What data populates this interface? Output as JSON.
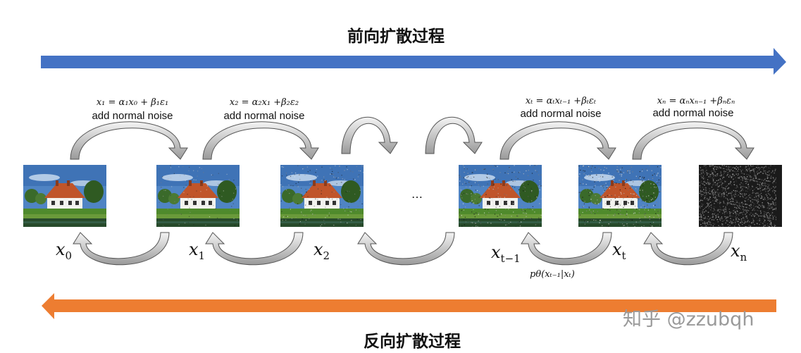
{
  "forward": {
    "title": "前向扩散过程",
    "color": "#4472c4"
  },
  "reverse": {
    "title": "反向扩散过程",
    "color": "#ed7d31"
  },
  "formulas": [
    {
      "equation": "x₁ =  α₁x₀ + β₁ε₁",
      "note": "add normal noise"
    },
    {
      "equation": "x₂ = α₂x₁ +β₂ε₂",
      "note": "add normal noise"
    },
    {
      "equation": "xₜ = αₜxₜ₋₁ +βₜεₜ",
      "note": "add normal noise"
    },
    {
      "equation": "xₙ = αₙxₙ₋₁ +βₙεₙ",
      "note": "add normal noise"
    }
  ],
  "images": [
    {
      "caption": "house, no noise"
    },
    {
      "caption": "house, slight noise"
    },
    {
      "caption": "house, more noise"
    },
    {
      "caption": "house, heavy noise"
    },
    {
      "caption": "house, heavier noise"
    },
    {
      "caption": "pure noise"
    }
  ],
  "labels": {
    "x0": {
      "base": "x",
      "sub": "0"
    },
    "x1": {
      "base": "x",
      "sub": "1"
    },
    "x2": {
      "base": "x",
      "sub": "2"
    },
    "xt_1": {
      "base": "x",
      "sub": "t−1"
    },
    "xt": {
      "base": "x",
      "sub": "t"
    },
    "xn": {
      "base": "x",
      "sub": "n"
    }
  },
  "ellipsis": "…",
  "reverse_condition": "pθ(xₜ₋₁|xₜ)",
  "watermark": "知乎 @zzubqh"
}
